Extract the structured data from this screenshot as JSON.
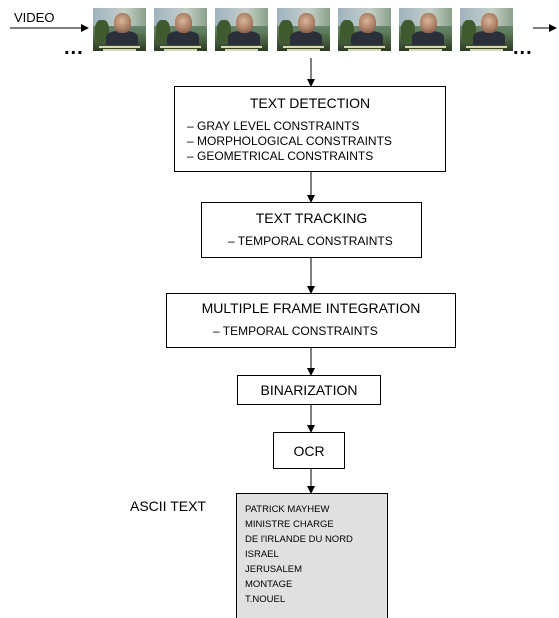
{
  "diagram": {
    "input_label": "VIDEO",
    "ellipsis": "...",
    "frame_count": 7,
    "steps": [
      {
        "title": "TEXT DETECTION",
        "constraints": [
          "– GRAY LEVEL CONSTRAINTS",
          "– MORPHOLOGICAL CONSTRAINTS",
          "– GEOMETRICAL CONSTRAINTS"
        ]
      },
      {
        "title": "TEXT TRACKING",
        "constraints": [
          "– TEMPORAL CONSTRAINTS"
        ]
      },
      {
        "title": "MULTIPLE FRAME INTEGRATION",
        "constraints": [
          "– TEMPORAL CONSTRAINTS"
        ]
      },
      {
        "title": "BINARIZATION",
        "constraints": []
      },
      {
        "title": "OCR",
        "constraints": []
      }
    ],
    "output_label": "ASCII TEXT",
    "output_lines": [
      "PATRICK MAYHEW",
      "MINISTRE CHARGE",
      "DE l'IRLANDE DU NORD",
      "ISRAEL",
      "JERUSALEM",
      "MONTAGE",
      "T.NOUEL"
    ],
    "colors": {
      "stroke": "#000000",
      "output_fill": "#e0e0e0"
    }
  }
}
